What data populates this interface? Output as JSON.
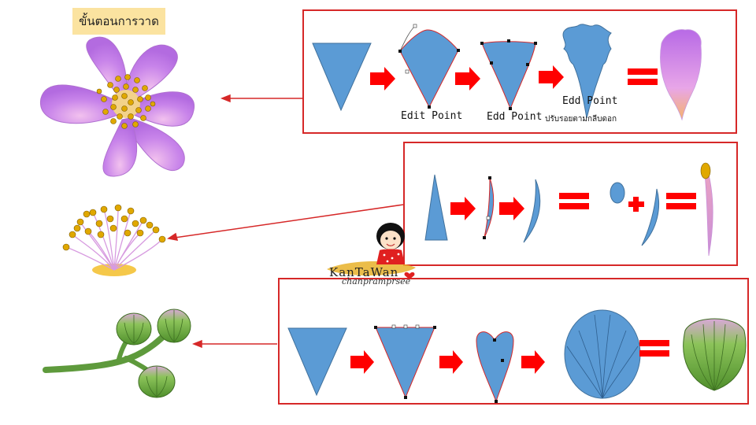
{
  "title": "ขั้นตอนการวาด",
  "steps": {
    "petal": {
      "edit_point_1": "Edit Point",
      "edit_point_2": "Edd Point",
      "edit_point_3": "Edd Point",
      "note": "ปรับรอยตามกลีบดอก"
    }
  },
  "brand": {
    "name": "KanTaWan",
    "sub": "chanpramprsee"
  },
  "colors": {
    "panel_border": "#d62828",
    "shape_blue": "#5b9bd5",
    "arrow_red": "#ff0000",
    "title_bg": "#fbe3a0"
  }
}
